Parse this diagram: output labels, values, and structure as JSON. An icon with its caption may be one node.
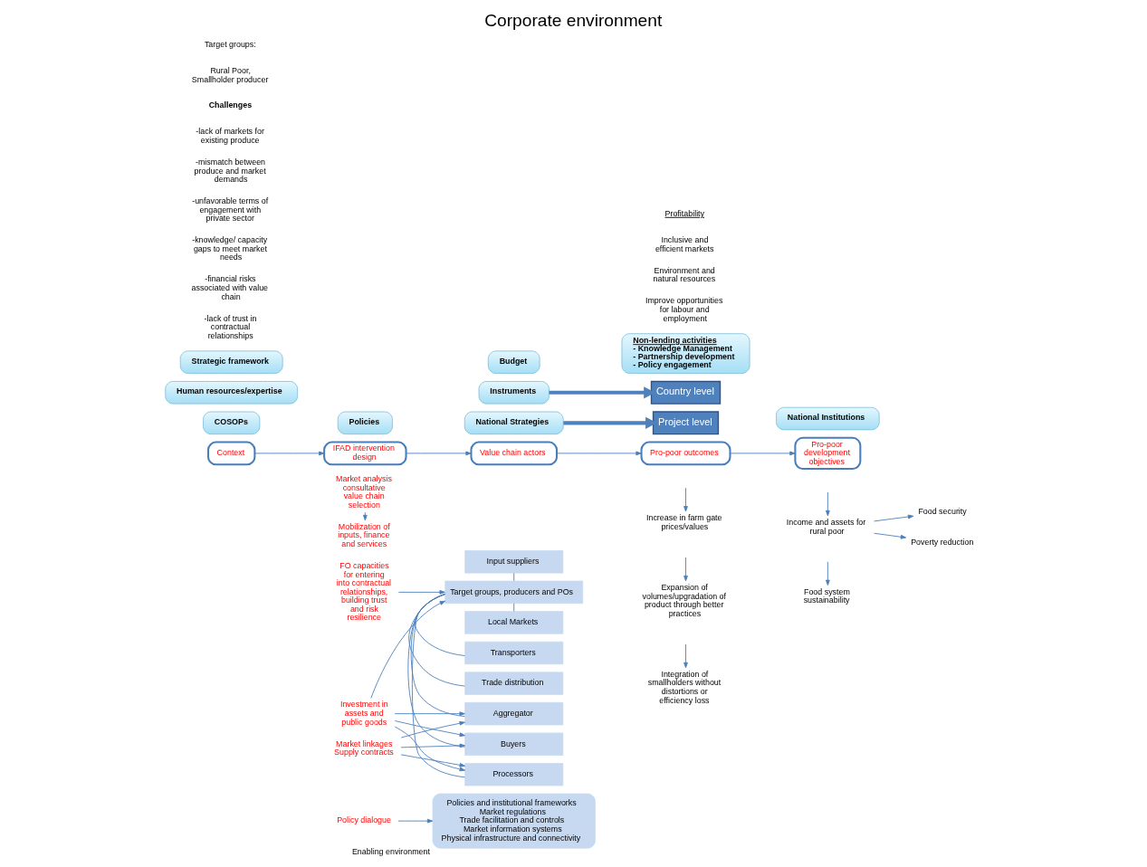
{
  "diagram": {
    "title": "Corporate environment",
    "nodes": [
      {
        "text": [
          "Strategic framework"
        ]
      },
      {
        "text": [
          "Policies"
        ]
      },
      {
        "text": [
          "Budget"
        ]
      },
      {
        "text": [
          "Human resources/expertise"
        ]
      },
      {
        "text": [
          "Instruments"
        ]
      },
      {
        "text": [
          "Non-lending activities",
          "- Knowledge Management",
          "- Partnership development",
          "- Policy engagement"
        ]
      },
      {
        "text": [
          "Country level"
        ]
      },
      {
        "text": [
          "COSOPs"
        ]
      },
      {
        "text": [
          "National Strategies"
        ]
      },
      {
        "text": [
          "National Institutions"
        ]
      },
      {
        "text": [
          "Project level"
        ]
      },
      {
        "text": [
          "Context"
        ]
      },
      {
        "text": [
          "IFAD intervention design"
        ]
      },
      {
        "text": [
          "Value chain actors"
        ]
      },
      {
        "text": [
          "Pro-poor outcomes"
        ]
      },
      {
        "text": [
          "Pro-poor development objectives"
        ]
      },
      {
        "text": [
          "Market analysis consultative value chain selection"
        ]
      },
      {
        "text": [
          "Mobilization of inputs, finance and services"
        ]
      },
      {
        "text": [
          "FO capacities for entering into contractual relationships, building trust and risk resilience"
        ]
      },
      {
        "text": [
          "Investment in assets and public goods"
        ]
      },
      {
        "text": [
          "Market linkages Supply contracts"
        ]
      },
      {
        "text": [
          "Policy dialogue"
        ]
      },
      {
        "text": [
          "Input suppliers"
        ]
      },
      {
        "text": [
          "Target groups, producers and POs"
        ]
      },
      {
        "text": [
          "Aggregator"
        ]
      },
      {
        "text": [
          "Local Markets"
        ]
      },
      {
        "text": [
          "Processors"
        ]
      },
      {
        "text": [
          "Transporters"
        ]
      },
      {
        "text": [
          "Buyers"
        ]
      },
      {
        "text": [
          "Trade distribution"
        ]
      },
      {
        "text": [
          "Policies and institutional frameworks",
          "Market regulations",
          "Trade facilitation and controls",
          "Market information systems",
          "Physical infrastructure and connectivity"
        ],
        "beside": [
          "Enabling environment"
        ]
      },
      {
        "text": [
          "Increase in farm gate prices/values"
        ]
      },
      {
        "text": [
          "Expansion of volumes/upgradation of product through better practices"
        ]
      },
      {
        "text": [
          "Integration of smallholders without distortions or efficiency loss"
        ]
      },
      {
        "text": [
          "Poverty reduction"
        ]
      },
      {
        "text": [
          "Income and assets for rural poor"
        ]
      },
      {
        "text": [
          "Food security"
        ]
      },
      {
        "text": [
          "Food system sustainability"
        ]
      }
    ],
    "edges": [
      {
        "from": 4,
        "to": 6,
        "arrow": "to",
        "style": "thick"
      },
      {
        "from": 8,
        "to": 10,
        "arrow": "to",
        "style": "thick"
      },
      {
        "from": 11,
        "to": 12,
        "arrow": "to"
      },
      {
        "from": 12,
        "to": 13,
        "arrow": "to"
      },
      {
        "from": 13,
        "to": 14,
        "arrow": "to"
      },
      {
        "from": 14,
        "to": 15,
        "arrow": "to"
      },
      {
        "from": 16,
        "to": 17,
        "arrow": "to"
      },
      {
        "from": 18,
        "to": 23,
        "arrow": "to"
      },
      {
        "from": 19,
        "to": 23,
        "arrow": "to"
      },
      {
        "from": 19,
        "to": 24,
        "arrow": "to"
      },
      {
        "from": 19,
        "to": 26,
        "arrow": "to"
      },
      {
        "from": 19,
        "to": 28,
        "arrow": "to"
      },
      {
        "from": 20,
        "to": 24,
        "arrow": "to"
      },
      {
        "from": 20,
        "to": 26,
        "arrow": "to"
      },
      {
        "from": 20,
        "to": 28,
        "arrow": "to"
      },
      {
        "from": 21,
        "to": 30,
        "arrow": "to"
      },
      {
        "from": 22,
        "to": 23,
        "arrow": "none"
      },
      {
        "from": 23,
        "to": 24,
        "arrow": "none"
      },
      {
        "from": 23,
        "to": 25,
        "arrow": "none"
      },
      {
        "from": 23,
        "to": 26,
        "arrow": "none"
      },
      {
        "from": 23,
        "to": 27,
        "arrow": "none"
      },
      {
        "from": 23,
        "to": 28,
        "arrow": "none"
      },
      {
        "from": 23,
        "to": 29,
        "arrow": "none"
      },
      {
        "from": null,
        "to": 31,
        "arrow": "to"
      },
      {
        "from": null,
        "to": 32,
        "arrow": "to"
      },
      {
        "from": null,
        "to": 33,
        "arrow": "to"
      },
      {
        "from": null,
        "to": 35,
        "arrow": "to"
      },
      {
        "from": 35,
        "to": 34,
        "arrow": "to"
      },
      {
        "from": 35,
        "to": 36,
        "arrow": "to"
      },
      {
        "from": null,
        "to": 37,
        "arrow": "to"
      }
    ],
    "labels": [
      "Target groups:",
      "Rural Poor, Smallholder producer",
      "Challenges",
      "-lack of markets for existing produce",
      "-mismatch between produce and market demands",
      "-unfavorable terms of engagement with private sector",
      "-knowledge/ capacity gaps to meet market needs",
      "-financial risks associated with value chain",
      "-lack of trust in contractual relationships",
      "Profitability",
      "Inclusive and efficient markets",
      "Environment and natural resources",
      "Improve opportunities for labour and employment"
    ]
  }
}
